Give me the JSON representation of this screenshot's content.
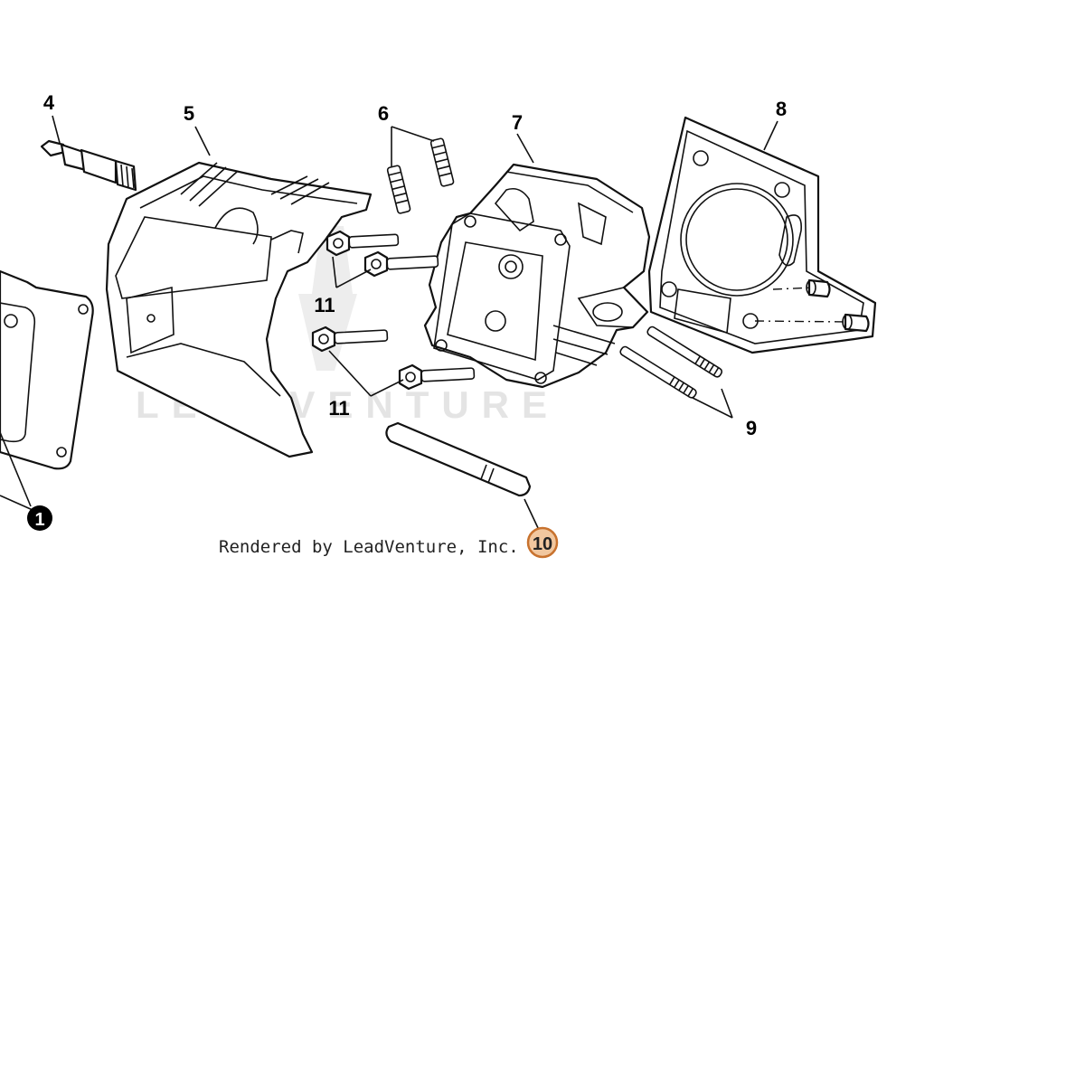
{
  "callouts": {
    "c1": "1",
    "c4": "4",
    "c5": "5",
    "c6": "6",
    "c7": "7",
    "c8": "8",
    "c9": "9",
    "c10": "10",
    "c11a": "11",
    "c11b": "11"
  },
  "credit": "Rendered by LeadVenture, Inc.",
  "watermark": "LEADVENTURE",
  "colors": {
    "highlight_fill": "#f1c79f",
    "highlight_stroke": "#c8722e",
    "callout_dark": "#000000"
  }
}
